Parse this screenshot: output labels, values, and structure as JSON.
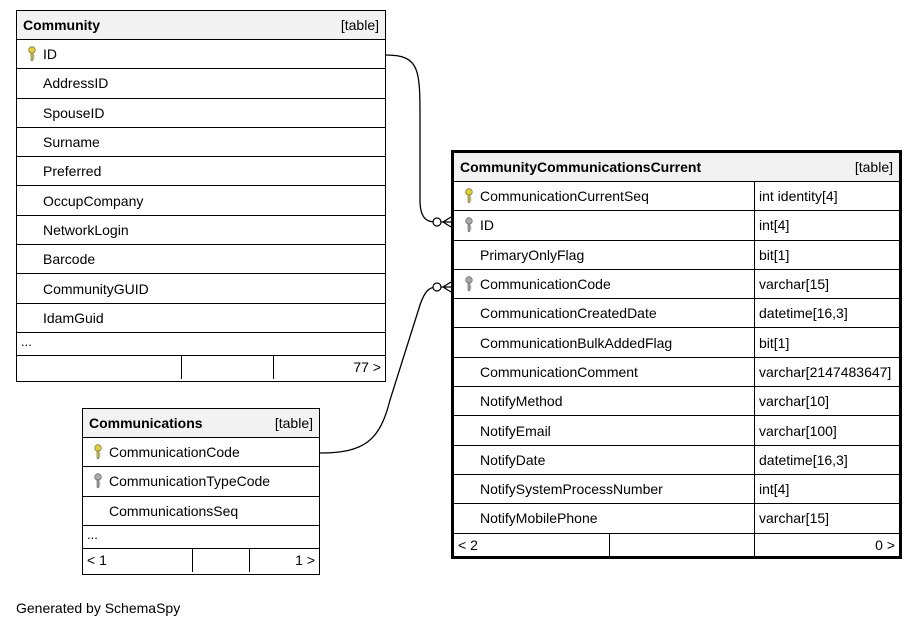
{
  "community": {
    "name": "Community",
    "kind": "[table]",
    "columns": [
      {
        "name": "ID",
        "key": "primary"
      },
      {
        "name": "AddressID",
        "key": ""
      },
      {
        "name": "SpouseID",
        "key": ""
      },
      {
        "name": "Surname",
        "key": ""
      },
      {
        "name": "Preferred",
        "key": ""
      },
      {
        "name": "OccupCompany",
        "key": ""
      },
      {
        "name": "NetworkLogin",
        "key": ""
      },
      {
        "name": "Barcode",
        "key": ""
      },
      {
        "name": "CommunityGUID",
        "key": ""
      },
      {
        "name": "IdamGuid",
        "key": ""
      }
    ],
    "ellipsis": "...",
    "footer": {
      "parents": "",
      "middle": "",
      "children": "77 >"
    }
  },
  "communications": {
    "name": "Communications",
    "kind": "[table]",
    "columns": [
      {
        "name": "CommunicationCode",
        "key": "primary"
      },
      {
        "name": "CommunicationTypeCode",
        "key": "foreign"
      },
      {
        "name": "CommunicationsSeq",
        "key": ""
      }
    ],
    "ellipsis": "...",
    "footer": {
      "parents": "< 1",
      "middle": "",
      "children": "1 >"
    }
  },
  "current": {
    "name": "CommunityCommunicationsCurrent",
    "kind": "[table]",
    "columns": [
      {
        "name": "CommunicationCurrentSeq",
        "type": "int identity[4]",
        "key": "primary"
      },
      {
        "name": "ID",
        "type": "int[4]",
        "key": "foreign"
      },
      {
        "name": "PrimaryOnlyFlag",
        "type": "bit[1]",
        "key": ""
      },
      {
        "name": "CommunicationCode",
        "type": "varchar[15]",
        "key": "foreign"
      },
      {
        "name": "CommunicationCreatedDate",
        "type": "datetime[16,3]",
        "key": ""
      },
      {
        "name": "CommunicationBulkAddedFlag",
        "type": "bit[1]",
        "key": ""
      },
      {
        "name": "CommunicationComment",
        "type": "varchar[2147483647]",
        "key": ""
      },
      {
        "name": "NotifyMethod",
        "type": "varchar[10]",
        "key": ""
      },
      {
        "name": "NotifyEmail",
        "type": "varchar[100]",
        "key": ""
      },
      {
        "name": "NotifyDate",
        "type": "datetime[16,3]",
        "key": ""
      },
      {
        "name": "NotifySystemProcessNumber",
        "type": "int[4]",
        "key": ""
      },
      {
        "name": "NotifyMobilePhone",
        "type": "varchar[15]",
        "key": ""
      }
    ],
    "footer": {
      "parents": "< 2",
      "middle": "",
      "children": "0 >"
    }
  },
  "colors": {
    "primary_key": "#e6d21a",
    "foreign_key": "#a8a8a8"
  },
  "caption": "Generated by SchemaSpy"
}
